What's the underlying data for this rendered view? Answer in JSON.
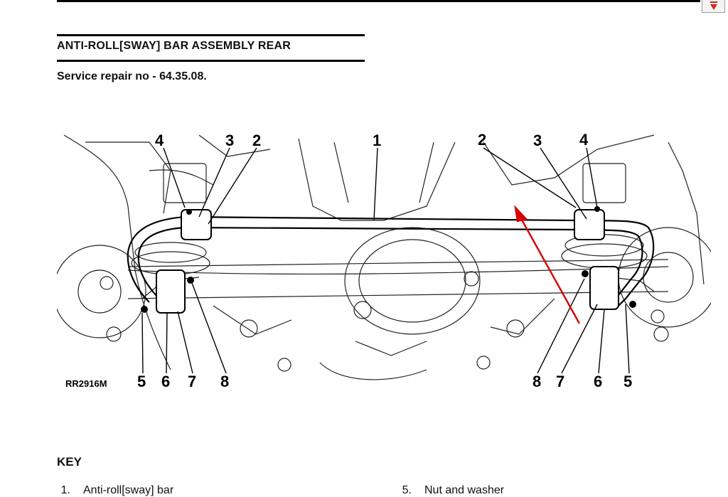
{
  "header": {
    "title": "ANTI-ROLL[SWAY] BAR ASSEMBLY REAR",
    "service_repair": "Service repair no - 64.35.08."
  },
  "nav": {
    "scroll_icon": "arrow-down-icon",
    "accent_color": "#cc2b1b"
  },
  "diagram": {
    "figure_ref": "RR2916M",
    "callouts_top": [
      "4",
      "3",
      "2",
      "1",
      "2",
      "3",
      "4"
    ],
    "callouts_bottom": [
      "5",
      "6",
      "7",
      "8",
      "8",
      "7",
      "6",
      "5"
    ],
    "annotation_arrow_color": "#d60000"
  },
  "key": {
    "heading": "KEY",
    "items": [
      {
        "num": "1.",
        "label": "Anti-roll[sway] bar"
      },
      {
        "num": "5.",
        "label": "Nut and washer"
      }
    ]
  }
}
